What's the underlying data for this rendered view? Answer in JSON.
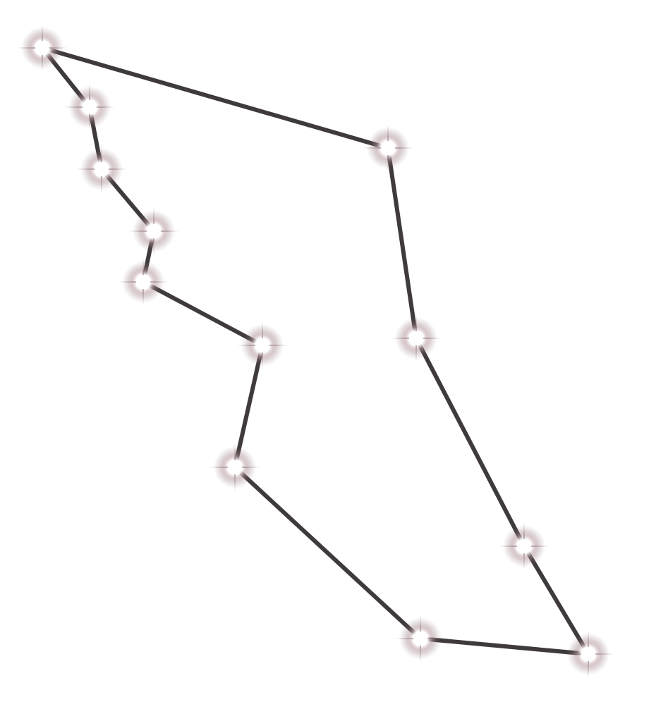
{
  "diagram": {
    "kind": "constellation",
    "colors": {
      "background": "#ffffff",
      "line": "#3f3a3b",
      "star_core": "#ffffff",
      "star_glow": "#8c6f74"
    },
    "stars": [
      {
        "id": "star-1"
      },
      {
        "id": "star-2"
      },
      {
        "id": "star-3"
      },
      {
        "id": "star-4"
      },
      {
        "id": "star-5"
      },
      {
        "id": "star-6"
      },
      {
        "id": "star-7"
      },
      {
        "id": "star-8"
      },
      {
        "id": "star-9"
      },
      {
        "id": "star-10"
      },
      {
        "id": "star-11"
      },
      {
        "id": "star-12"
      }
    ],
    "connections": [
      [
        "star-1",
        "star-2"
      ],
      [
        "star-2",
        "star-3"
      ],
      [
        "star-3",
        "star-4"
      ],
      [
        "star-4",
        "star-5"
      ],
      [
        "star-5",
        "star-6"
      ],
      [
        "star-6",
        "star-7"
      ],
      [
        "star-7",
        "star-8"
      ],
      [
        "star-8",
        "star-9"
      ],
      [
        "star-9",
        "star-10"
      ],
      [
        "star-10",
        "star-11"
      ],
      [
        "star-11",
        "star-12"
      ],
      [
        "star-12",
        "star-1"
      ]
    ]
  }
}
